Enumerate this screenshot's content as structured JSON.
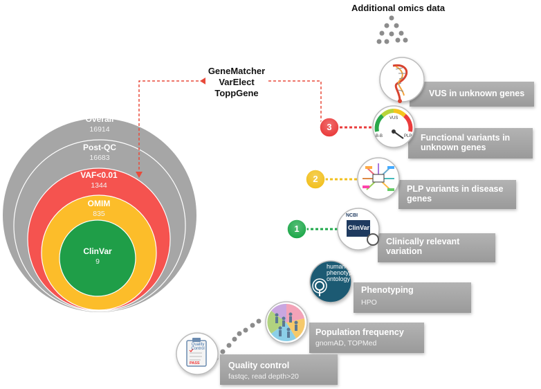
{
  "header": {
    "title": "Additional omics data"
  },
  "tools": {
    "line1": "GeneMatcher",
    "line2": "VarElect",
    "line3": "ToppGene"
  },
  "circles": [
    {
      "label": "Overall",
      "count": "16914",
      "color": "#a6a6a6"
    },
    {
      "label": "Post-QC",
      "count": "16683",
      "color": "#a6a6a6"
    },
    {
      "label": "VAF<0.01",
      "count": "1344",
      "color": "#f5534f"
    },
    {
      "label": "OMIM",
      "count": "835",
      "color": "#fcbd2a"
    },
    {
      "label": "ClinVar",
      "count": "9",
      "color": "#1f9e48"
    }
  ],
  "steps": [
    {
      "title": "Quality control",
      "subtitle": "fastqc, read depth>20",
      "icon": "clipboard-icon",
      "icon_text": "Quality Control",
      "icon_badge": "PASS"
    },
    {
      "title": "Population frequency",
      "subtitle": "gnomAD, TOPMed",
      "icon": "population-icon"
    },
    {
      "title": "Phenotyping",
      "subtitle": "HPO",
      "icon": "hpo-icon",
      "icon_text_1": "human",
      "icon_text_2": "phenotype",
      "icon_text_3": "ontology"
    },
    {
      "title_1": "Clinically relevant",
      "title_2": "variation",
      "icon": "clinvar-icon",
      "icon_text_1": "NCBI",
      "icon_text_2": "ClinVar",
      "badge": "1",
      "badge_color": "#1ea84a"
    },
    {
      "title_1": "PLP variants in disease",
      "title_2": "genes",
      "icon": "network-icon",
      "badge": "2",
      "badge_color": "#f2c01e"
    },
    {
      "title_1": "Functional variants in",
      "title_2": "unknown genes",
      "icon": "gauge-icon",
      "gauge_left": "B-B",
      "gauge_right": "PLP",
      "gauge_top": "VUS",
      "badge": "3",
      "badge_color": "#ea3c3c"
    },
    {
      "title": "VUS in unknown genes",
      "icon": "dna-question-icon"
    }
  ],
  "colors": {
    "box": "#a3a3a3",
    "arrow": "#e84a3a",
    "dots": "#8c8c8c"
  }
}
